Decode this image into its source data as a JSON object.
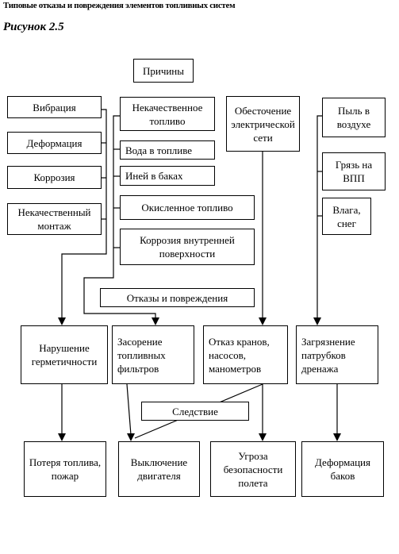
{
  "header": {
    "title": "Типовые отказы и повреждения элементов топливных систем",
    "figure": "Рисунок 2.5"
  },
  "boxes": {
    "causes": "Причины",
    "vibration": "Вибрация",
    "deformation": "Деформация",
    "corrosion": "Коррозия",
    "bad_mounting": "Некачественный монтаж",
    "bad_fuel": "Некачественное топливо",
    "water_in_fuel": "Вода в топливе",
    "frost_in_tanks": "Иней в баках",
    "oxidized_fuel": "Окисленное топливо",
    "inner_corrosion": "Коррозия внутренней поверхности",
    "power_loss": "Обесточение электрической сети",
    "dust": "Пыль в воздухе",
    "runway_dirt": "Грязь на ВПП",
    "moisture_snow": "Влага, снег",
    "failures": "Отказы и повреждения",
    "seal_breach": "Нарушение герметичности",
    "filter_clog": "Засорение топливных фильтров",
    "valve_failure": "Отказ кранов, насосов, манометров",
    "drain_contamination": "Загрязнение патрубков дренажа",
    "consequence": "Следствие",
    "fuel_loss_fire": "Потеря топлива, пожар",
    "engine_shutdown": "Выключение двигателя",
    "flight_threat": "Угроза безопасности полета",
    "tank_deformation": "Деформация баков"
  }
}
